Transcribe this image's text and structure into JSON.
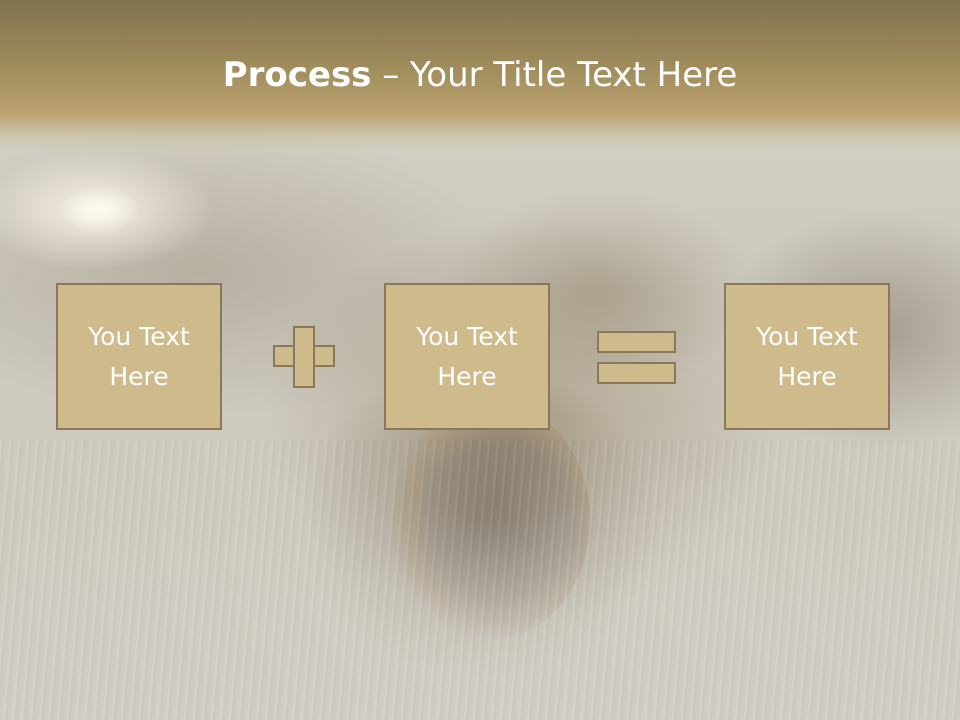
{
  "slide": {
    "title_bold": "Process",
    "title_rest": " – Your Title Text Here",
    "boxes": [
      {
        "text": "You Text Here"
      },
      {
        "text": "You Text Here"
      },
      {
        "text": "You Text Here"
      }
    ],
    "operators": [
      "plus-icon",
      "equals-icon"
    ],
    "colors": {
      "header_band": "#a08c5c",
      "box_fill": "#cfba8c",
      "box_border": "#8a785a",
      "text": "#ffffff"
    }
  }
}
